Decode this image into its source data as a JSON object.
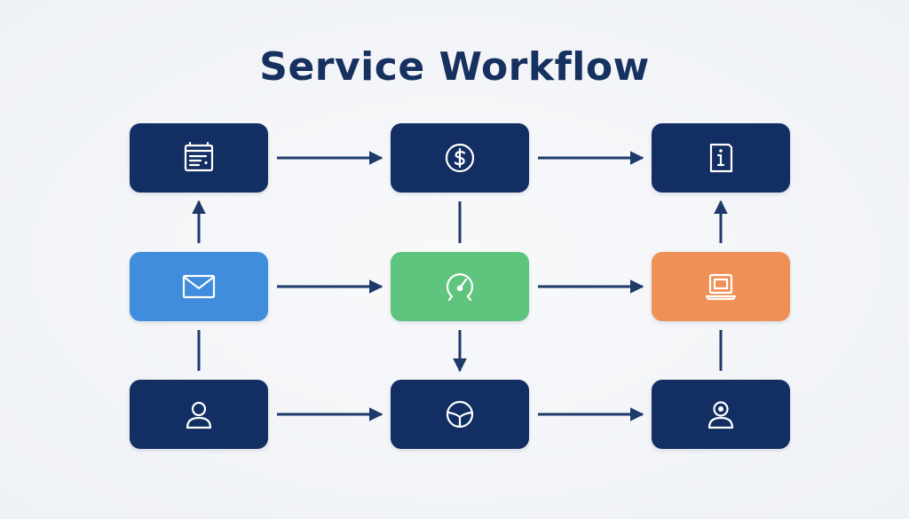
{
  "title": "Service Workflow",
  "colors": {
    "navy": "#122e62",
    "blue": "#3f8ddc",
    "green": "#5ec47e",
    "orange": "#f09056",
    "arrow": "#1e3a6b",
    "icon": "#ffffff"
  },
  "nodes": [
    {
      "id": "form",
      "icon": "form-icon",
      "color": "navy"
    },
    {
      "id": "payment",
      "icon": "dollar-icon",
      "color": "navy"
    },
    {
      "id": "info",
      "icon": "info-icon",
      "color": "navy"
    },
    {
      "id": "email",
      "icon": "envelope-icon",
      "color": "blue"
    },
    {
      "id": "review",
      "icon": "gauge-icon",
      "color": "green"
    },
    {
      "id": "device",
      "icon": "laptop-icon",
      "color": "orange"
    },
    {
      "id": "user",
      "icon": "user-icon",
      "color": "navy"
    },
    {
      "id": "control",
      "icon": "steering-wheel-icon",
      "color": "navy"
    },
    {
      "id": "agent",
      "icon": "agent-icon",
      "color": "navy"
    }
  ],
  "edges": [
    {
      "from": "form",
      "to": "payment",
      "arrow": true
    },
    {
      "from": "payment",
      "to": "info",
      "arrow": true
    },
    {
      "from": "email",
      "to": "review",
      "arrow": true
    },
    {
      "from": "review",
      "to": "device",
      "arrow": true
    },
    {
      "from": "user",
      "to": "control",
      "arrow": true
    },
    {
      "from": "control",
      "to": "agent",
      "arrow": true
    },
    {
      "from": "email",
      "to": "form",
      "arrow": true
    },
    {
      "from": "device",
      "to": "info",
      "arrow": true
    },
    {
      "from": "review",
      "to": "control",
      "arrow": true
    },
    {
      "from": "payment",
      "to": "review",
      "arrow": false
    },
    {
      "from": "user",
      "to": "email",
      "arrow": false
    },
    {
      "from": "agent",
      "to": "device",
      "arrow": false
    }
  ]
}
